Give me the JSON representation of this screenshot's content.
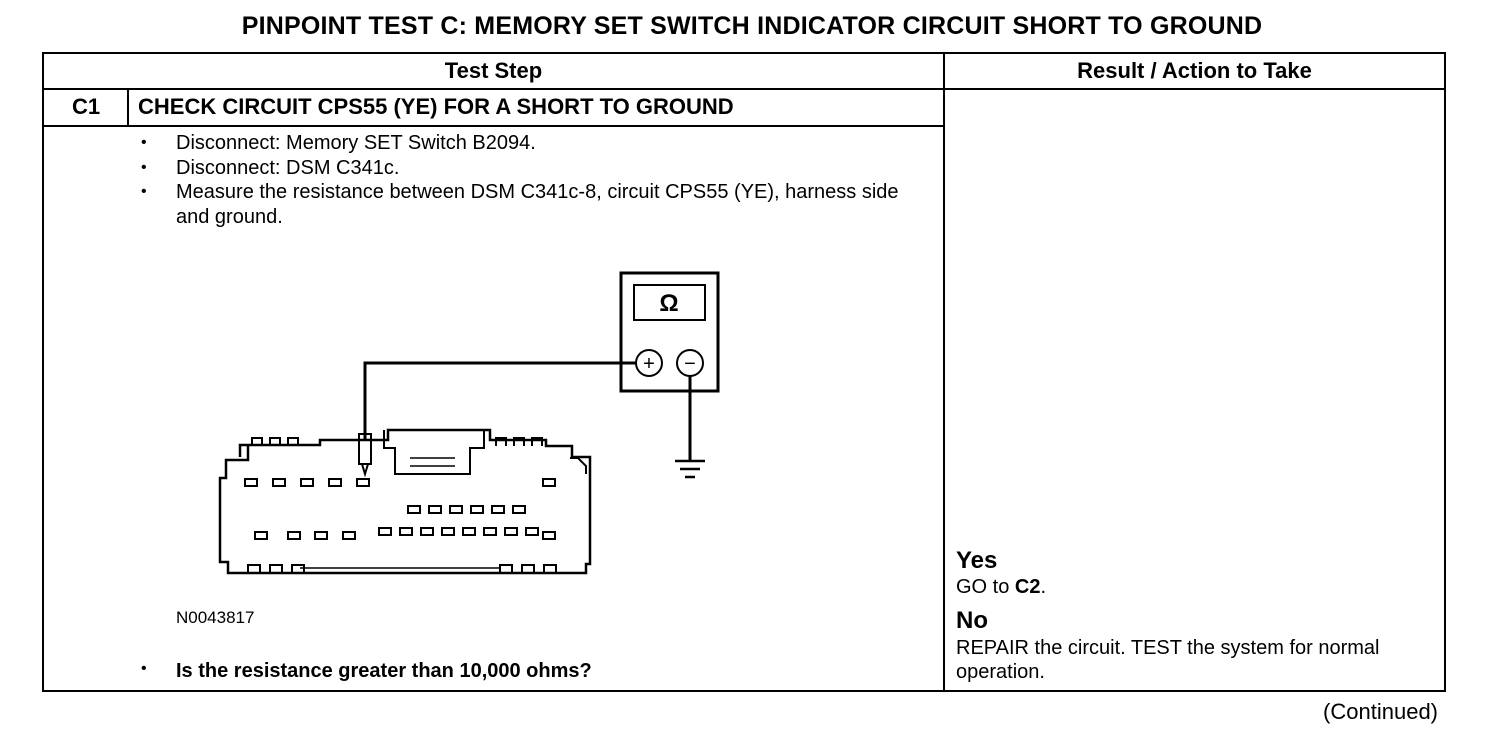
{
  "title": "PINPOINT TEST C: MEMORY SET SWITCH INDICATOR CIRCUIT SHORT TO GROUND",
  "headers": {
    "test_step": "Test Step",
    "result": "Result / Action to Take"
  },
  "step": {
    "id": "C1",
    "title": "CHECK CIRCUIT CPS55 (YE) FOR A SHORT TO GROUND",
    "instructions": [
      "Disconnect: Memory SET Switch B2094.",
      "Disconnect: DSM C341c.",
      "Measure the resistance between DSM C341c-8, circuit CPS55 (YE), harness side and ground."
    ],
    "figure": {
      "id": "N0043817",
      "meter_symbol": "Ω",
      "plus": "+",
      "minus": "−",
      "icons": [
        "ohmmeter-icon",
        "ground-symbol-icon",
        "connector-c341c-icon"
      ]
    },
    "question": "Is the resistance greater than 10,000 ohms?"
  },
  "results": {
    "yes_label": "Yes",
    "yes_prefix": "GO to ",
    "yes_target": "C2",
    "yes_suffix": ".",
    "no_label": "No",
    "no_action": "REPAIR the circuit. TEST the system for normal operation."
  },
  "continued": "(Continued)"
}
